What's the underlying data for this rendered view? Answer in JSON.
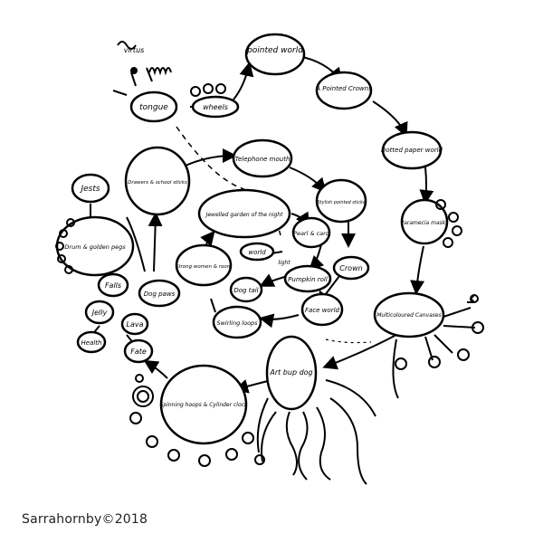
{
  "diagram": {
    "nodes": {
      "pointed_world": "pointed world",
      "a_pointed_crowns": "A Pointed Crowns",
      "dotted_paper_world": "Dotted paper world",
      "paramecia_masks": "Paramecia masks",
      "multicoloured_canvases": "Multicoloured Canvases",
      "art_day_dog": "Art bup dog",
      "spinning_hoops": "Spinning hoops & Cylinder clock",
      "fate": "Fate",
      "health": "Health",
      "lava": "Lava",
      "jelly": "Jelly",
      "falls": "Falls",
      "dog_paws": "Dog paws",
      "jests": "Jests",
      "drum_golden_pegs": "Drum & golden pegs",
      "drawers_school_sticks": "Drawers & school sticks",
      "telephone_mouth": "Telephone mouth",
      "stylish_pointed_sticks": "Stylish pointed sticks",
      "pearls_card": "Pearl & card",
      "crown": "Crown",
      "pumpkin_roll": "Pumpkin roll",
      "face_world": "Face world",
      "swirling_loops": "Swirling loops",
      "dog_tail": "Dog tail",
      "strong_women_room": "Strong women & room",
      "jewelled_garden": "Jewelled garden of the night",
      "word": "world",
      "tongue": "tongue",
      "wheels": "wheels"
    },
    "annotation": "virtus",
    "small_note": "light"
  },
  "credit": "Sarrahornby©2018"
}
